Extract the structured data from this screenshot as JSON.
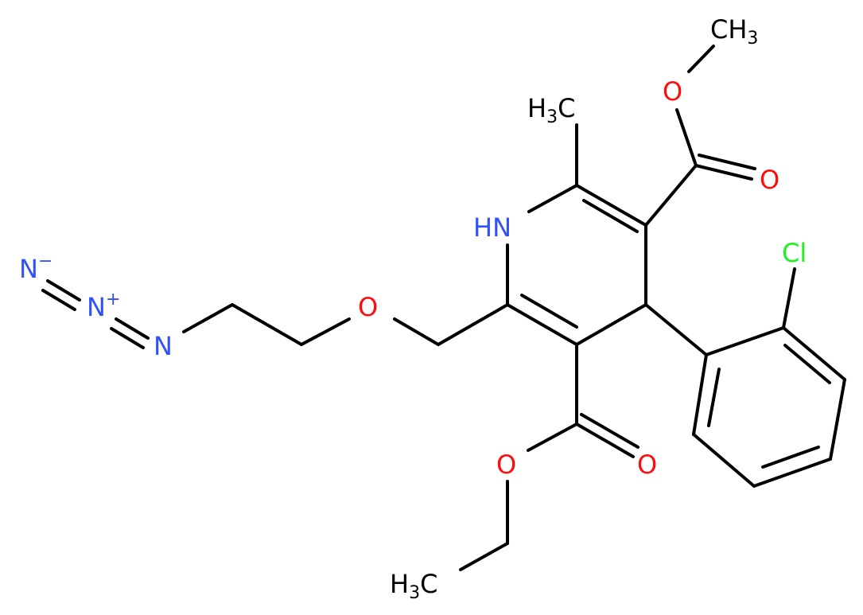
{
  "molecule": {
    "atoms": {
      "ch3_top_right": {
        "main": "CH",
        "sub": "3",
        "color": "#000000"
      },
      "o_methoxy": {
        "text": "O",
        "color": "#ff0d0d"
      },
      "o_methyl_ester_carbonyl": {
        "text": "O",
        "color": "#ff0d0d"
      },
      "h3c_methyl": {
        "main": "H",
        "sub": "3",
        "tail": "C",
        "color": "#000000"
      },
      "hn_ring": {
        "text": "HN",
        "color": "#3050f8"
      },
      "cl": {
        "text": "Cl",
        "color": "#1ff01f"
      },
      "n_terminal": {
        "text": "N",
        "charge": "−",
        "color": "#3050f8"
      },
      "n_central": {
        "text": "N",
        "charge": "+",
        "color": "#3050f8"
      },
      "n_inner": {
        "text": "N",
        "color": "#3050f8"
      },
      "o_ether": {
        "text": "O",
        "color": "#ff0d0d"
      },
      "o_ethyl_ester_carbonyl": {
        "text": "O",
        "color": "#ff0d0d"
      },
      "o_ethoxy": {
        "text": "O",
        "color": "#ff0d0d"
      },
      "h3c_ethyl": {
        "main": "H",
        "sub": "3",
        "tail": "C",
        "color": "#000000"
      }
    }
  }
}
